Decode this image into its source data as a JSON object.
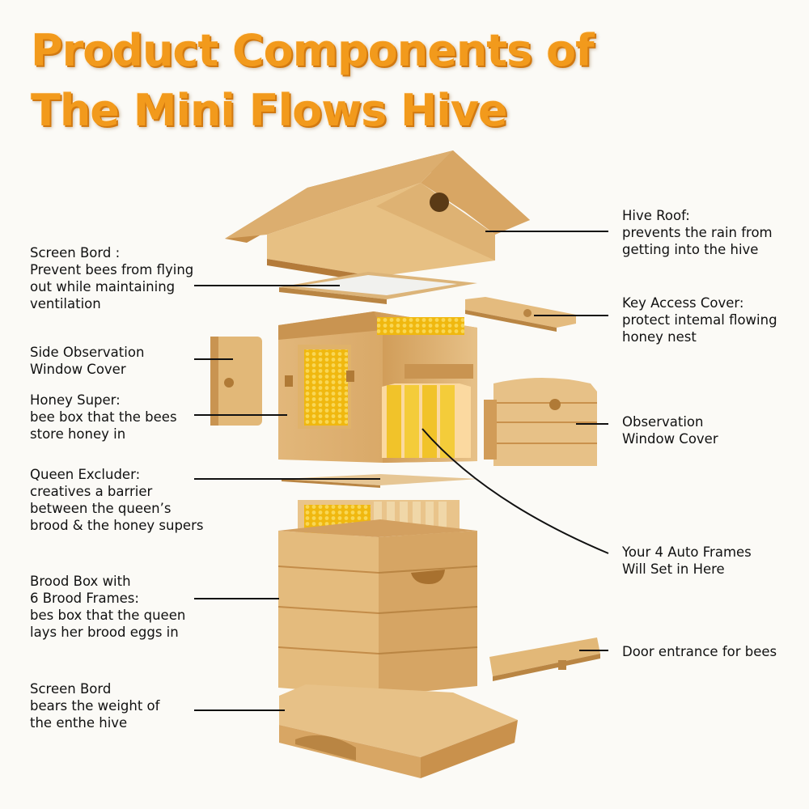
{
  "title": {
    "line1": "Product Components of",
    "line2": "The Mini Flows Hive"
  },
  "labels": {
    "screen_bord_top": [
      "Screen Bord :",
      "Prevent bees from flying",
      "out while maintaining",
      "ventilation"
    ],
    "side_observation": [
      "Side Observation",
      "Window Cover"
    ],
    "honey_super": [
      "Honey Super:",
      "bee box that the bees",
      "store honey in"
    ],
    "queen_excluder": [
      "Queen Excluder:",
      "creatives a barrier",
      "between the queen’s",
      "brood & the honey supers"
    ],
    "brood_box": [
      "Brood Box with",
      "6 Brood Frames:",
      "bes box that the queen",
      "lays her brood eggs in"
    ],
    "screen_bord_bottom": [
      "Screen Bord",
      "bears the weight of",
      "the enthe hive"
    ],
    "hive_roof": [
      "Hive Roof:",
      "prevents the rain from",
      "getting into the hive"
    ],
    "key_access": [
      "Key Access Cover:",
      "protect intemal flowing",
      "honey nest"
    ],
    "observation_window": [
      "Observation",
      "Window Cover"
    ],
    "auto_frames": [
      "Your 4 Auto Frames",
      "Will Set in Here"
    ],
    "door": [
      "Door entrance for bees"
    ]
  },
  "colors": {
    "title_orange": "#f29a1c",
    "wood_light": "#e8c48a",
    "wood_mid": "#d4a463",
    "wood_dark": "#b98543",
    "honey": "#f2c21a"
  }
}
